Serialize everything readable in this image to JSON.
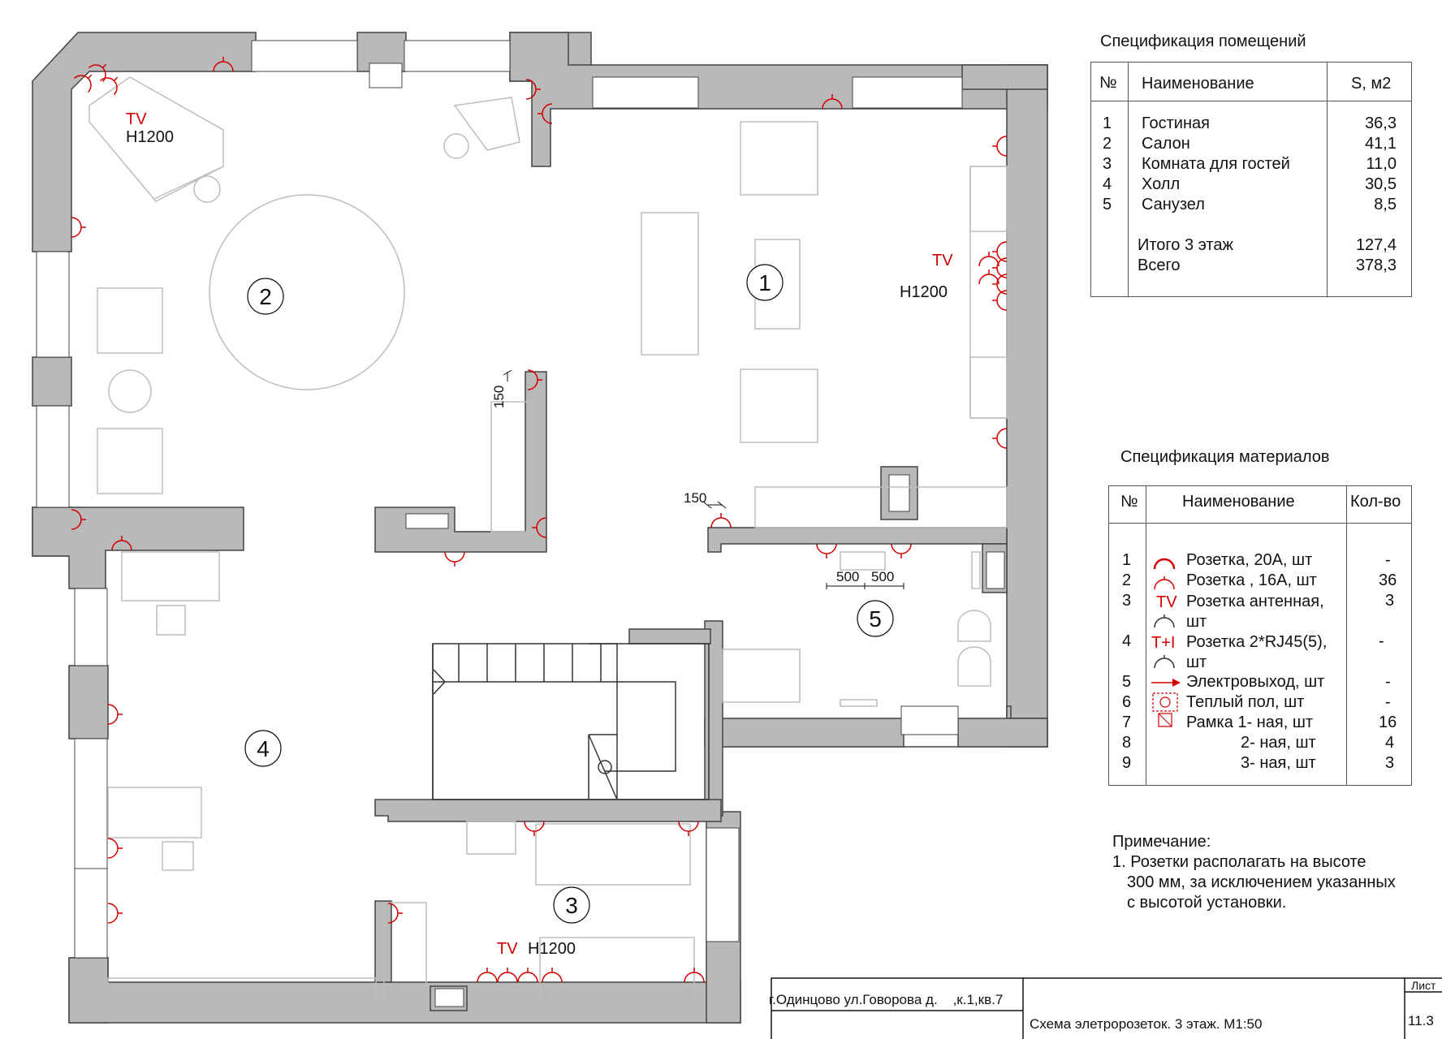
{
  "plan": {
    "rooms": [
      {
        "num": "1"
      },
      {
        "num": "2"
      },
      {
        "num": "3"
      },
      {
        "num": "4"
      },
      {
        "num": "5"
      }
    ],
    "labels": {
      "tv": "TV",
      "h1200": "H1200",
      "dim150": "150",
      "dim500": "500"
    }
  },
  "rooms_spec": {
    "title": "Спецификация помещений",
    "headers": {
      "num": "№",
      "name": "Наименование",
      "area": "S, м2"
    },
    "rows": [
      {
        "num": "1",
        "name": "Гостиная",
        "area": "36,3"
      },
      {
        "num": "2",
        "name": "Салон",
        "area": "41,1"
      },
      {
        "num": "3",
        "name": "Комната для гостей",
        "area": "11,0"
      },
      {
        "num": "4",
        "name": "Холл",
        "area": "30,5"
      },
      {
        "num": "5",
        "name": "Санузел",
        "area": "8,5"
      }
    ],
    "totals": [
      {
        "name": "Итого 3 этаж",
        "area": "127,4"
      },
      {
        "name": "Всего",
        "area": "378,3"
      }
    ]
  },
  "materials_spec": {
    "title": "Спецификация материалов",
    "headers": {
      "num": "№",
      "name": "Наименование",
      "qty": "Кол-во"
    },
    "rows": [
      {
        "num": "1",
        "name": "Розетка, 20А, шт",
        "qty": "-",
        "icon": "socket-20a-icon"
      },
      {
        "num": "2",
        "name": "Розетка , 16А, шт",
        "qty": "36",
        "icon": "socket-16a-icon"
      },
      {
        "num": "3",
        "name": "Розетка антенная, шт",
        "qty": "3",
        "icon": "tv-socket-icon",
        "iconText": "TV"
      },
      {
        "num": "4",
        "name": "Розетка 2*RJ45(5), шт",
        "qty": "-",
        "icon": "rj45-socket-icon",
        "iconText": "T+I"
      },
      {
        "num": "5",
        "name": "Электровыход, шт",
        "qty": "-",
        "icon": "power-outlet-arrow-icon"
      },
      {
        "num": "6",
        "name": "Теплый пол, шт",
        "qty": "-",
        "icon": "floor-heating-icon"
      },
      {
        "num": "7",
        "name": "Рамка 1- ная, шт",
        "qty": "16"
      },
      {
        "num": "8",
        "name": "2- ная, шт",
        "qty": "4"
      },
      {
        "num": "9",
        "name": "3- ная, шт",
        "qty": "3"
      }
    ]
  },
  "note": {
    "title": "Примечание:",
    "lines": [
      "1. Розетки располагать на высоте",
      "300 мм, за исключением указанных",
      "с высотой установки."
    ]
  },
  "title_block": {
    "address": "г.Одинцово ул.Говорова д.    ,к.1,кв.7",
    "drawing_title": "Схема элетророзеток. 3 этаж. М1:50",
    "sheet_label": "Лист",
    "sheet_number": "11.3"
  },
  "colors": {
    "wall": "#b9b9b9",
    "accent": "#d40000",
    "furniture": "#bdbdbd"
  }
}
